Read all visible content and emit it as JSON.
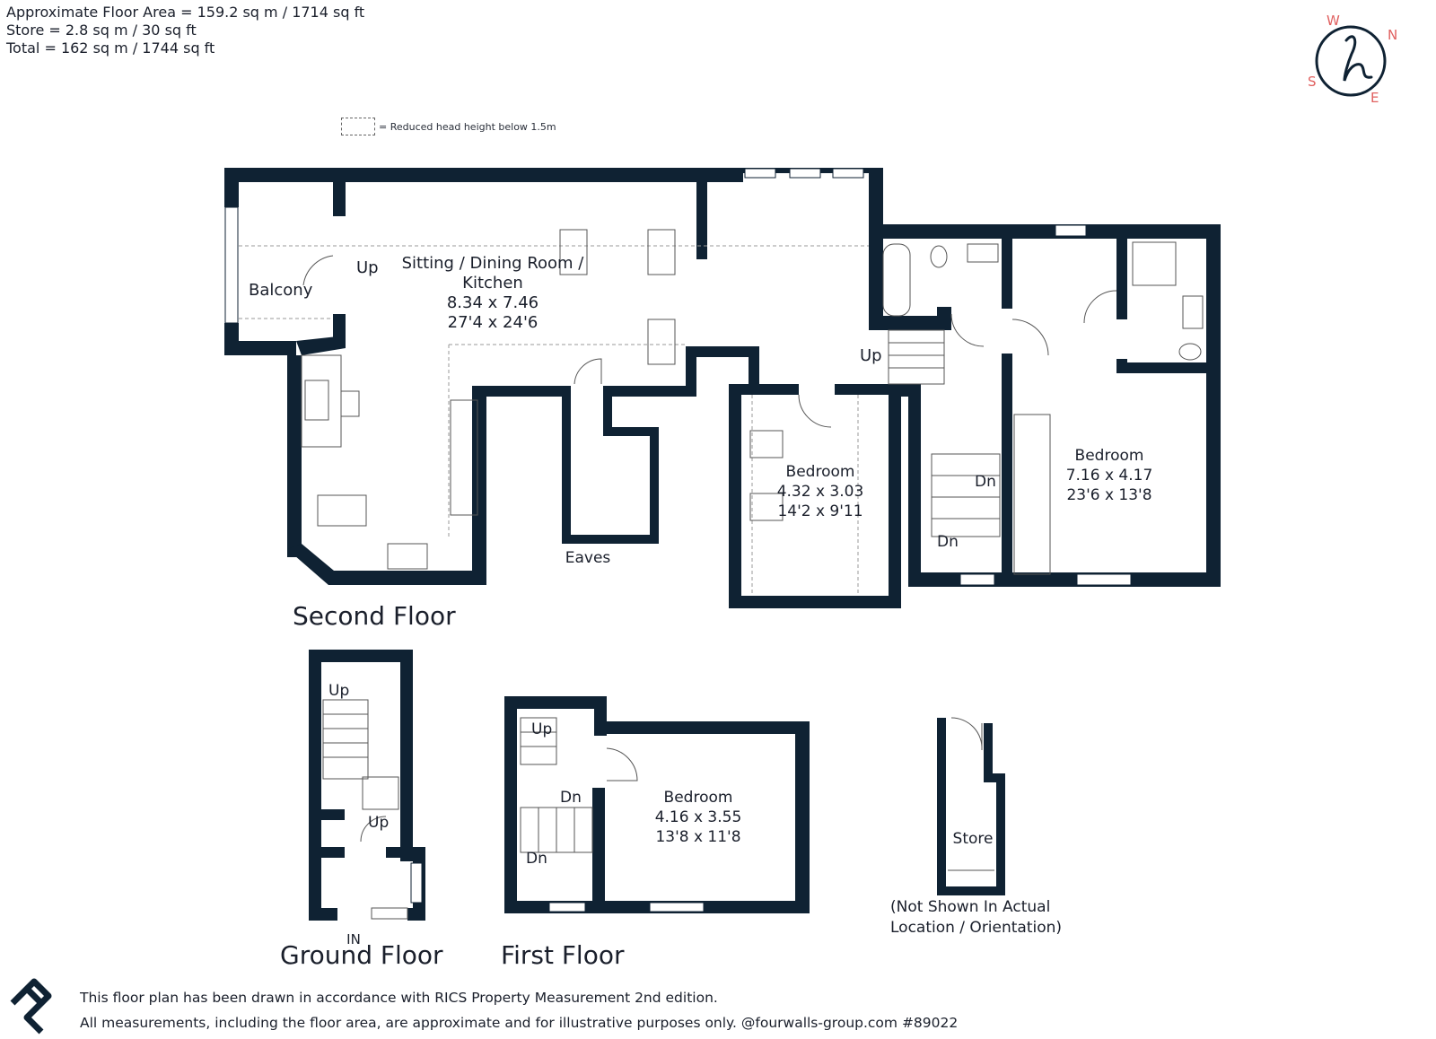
{
  "area_info": {
    "line1": "Approximate Floor Area = 159.2 sq m / 1714 sq ft",
    "line2": "Store = 2.8 sq m / 30 sq ft",
    "line3": "Total  = 162 sq m / 1744 sq ft"
  },
  "legend": {
    "text": "= Reduced head height below 1.5m"
  },
  "compass": {
    "w": "W",
    "n": "N",
    "s": "S",
    "e": "E",
    "logo": "h"
  },
  "floors": {
    "second": "Second Floor",
    "ground": "Ground Floor",
    "first": "First Floor"
  },
  "rooms": {
    "balcony": "Balcony",
    "sitting_l1": "Sitting / Dining Room /",
    "sitting_l2": "Kitchen",
    "sitting_m": "8.34 x 7.46",
    "sitting_i": "27'4 x 24'6",
    "bed2_name": "Bedroom",
    "bed2_m": "4.32 x 3.03",
    "bed2_i": "14'2 x 9'11",
    "bed1_name": "Bedroom",
    "bed1_m": "7.16 x 4.17",
    "bed1_i": "23'6 x 13'8",
    "eaves": "Eaves",
    "bedf_name": "Bedroom",
    "bedf_m": "4.16 x 3.55",
    "bedf_i": "13'8 x 11'8",
    "store": "Store"
  },
  "stairs": {
    "up_sitting": "Up",
    "up_landing": "Up",
    "dn_landing1": "Dn",
    "dn_landing2": "Dn",
    "up_ground1": "Up",
    "up_ground2": "Up",
    "in": "IN",
    "up_first": "Up",
    "dn_first1": "Dn",
    "dn_first2": "Dn"
  },
  "store_note": {
    "line1": "(Not Shown In Actual",
    "line2": "Location / Orientation)"
  },
  "footer": {
    "line1": "This floor plan has been drawn in accordance with RICS Property Measurement 2nd edition.",
    "line2": "All measurements, including the floor area, are approximate and for illustrative purposes only. @fourwalls-group.com #89022"
  },
  "colors": {
    "wall": "#0f2233",
    "compass_letters": "#e0605f",
    "text": "#1a1f2b"
  }
}
